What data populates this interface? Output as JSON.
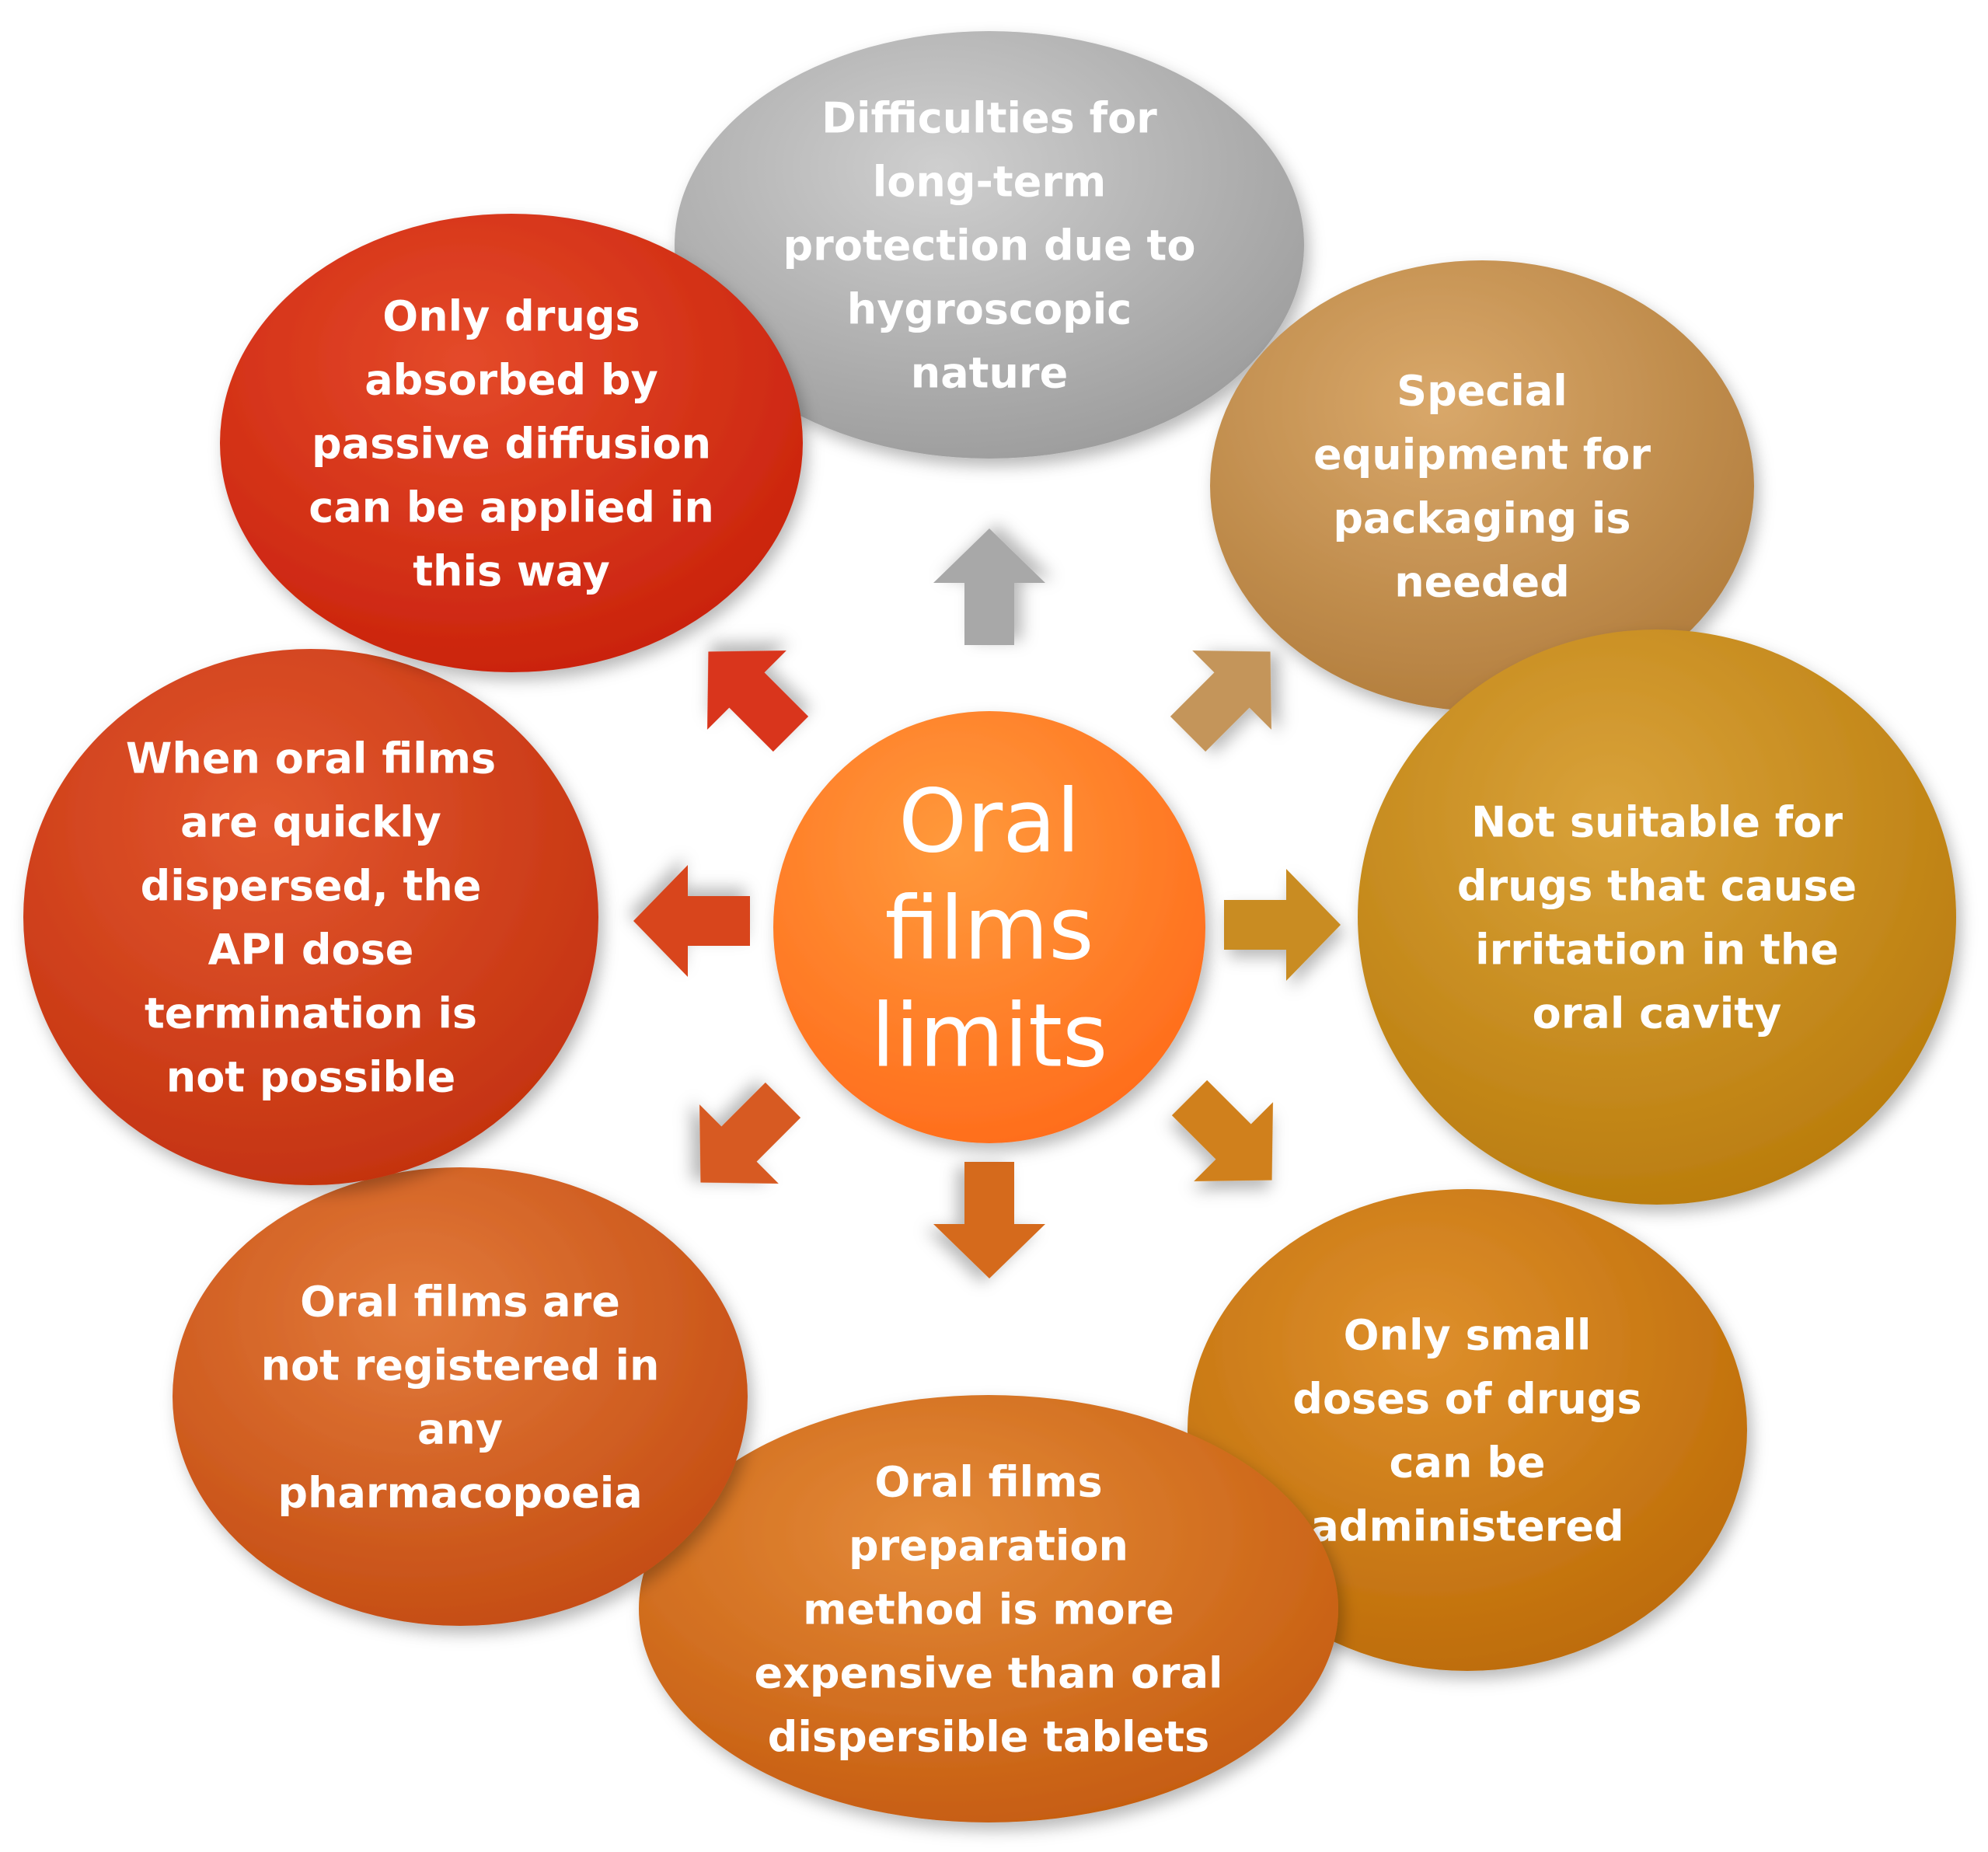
{
  "center": {
    "label_lines": [
      "Oral",
      "films",
      "limits"
    ],
    "color_light": "#ff9a3c",
    "color_dark": "#ff6a1a"
  },
  "limits": [
    {
      "id": "hygroscopic",
      "lines": [
        "Difficulties for",
        "long-term",
        "protection due to",
        "hygroscopic",
        "nature"
      ],
      "color_light": "#cfcfcf",
      "color_dark": "#9a9a9a"
    },
    {
      "id": "packaging",
      "lines": [
        "Special",
        "equipment for",
        "packaging is",
        "needed"
      ],
      "color_light": "#d9a86a",
      "color_dark": "#b07b3a"
    },
    {
      "id": "irritation",
      "lines": [
        "Not suitable for",
        "drugs that cause",
        "irritation in the",
        "oral cavity"
      ],
      "color_light": "#d9a23a",
      "color_dark": "#b87a0a"
    },
    {
      "id": "small-doses",
      "lines": [
        "Only small",
        "doses of drugs",
        "can be",
        "administered"
      ],
      "color_light": "#de8f2c",
      "color_dark": "#bb6a06"
    },
    {
      "id": "preparation-cost",
      "lines": [
        "Oral films",
        "preparation",
        "method is more",
        "expensive than oral",
        "dispersible tablets"
      ],
      "color_light": "#e48a38",
      "color_dark": "#c45a0e"
    },
    {
      "id": "not-registered",
      "lines": [
        "Oral films are",
        "not registered in",
        "any",
        "pharmacopoeia"
      ],
      "color_light": "#e27a3a",
      "color_dark": "#c34a10"
    },
    {
      "id": "dose-termination",
      "lines": [
        "When oral films",
        "are quickly",
        "dispersed, the",
        "API dose",
        "termination is",
        "not possible"
      ],
      "color_light": "#e2572e",
      "color_dark": "#c2300e"
    },
    {
      "id": "passive-diffusion",
      "lines": [
        "Only drugs",
        "absorbed by",
        "passive diffusion",
        "can be applied in",
        "this way"
      ],
      "color_light": "#e44a2a",
      "color_dark": "#c8200a"
    }
  ]
}
